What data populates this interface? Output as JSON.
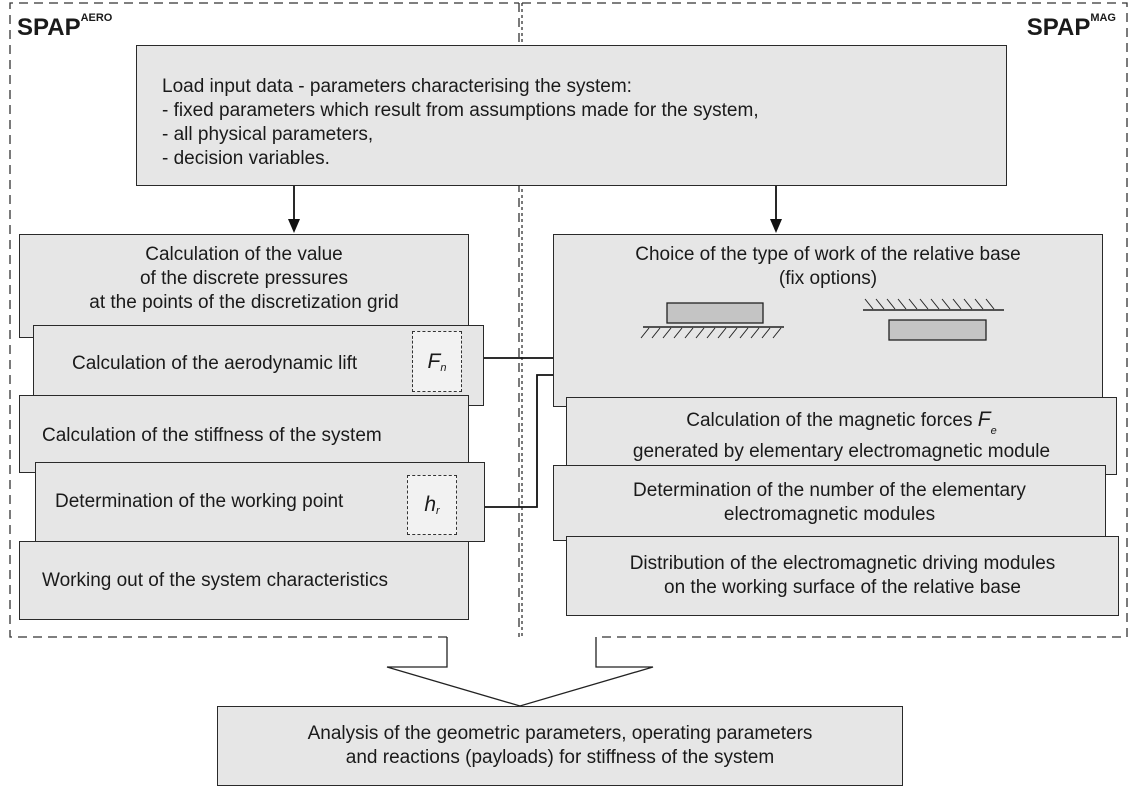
{
  "labels": {
    "left_prefix": "SPAP",
    "left_suffix": "AERO",
    "right_prefix": "SPAP",
    "right_suffix": "MAG"
  },
  "top_box": {
    "lines": [
      "Load input data - parameters characterising the system:",
      "- fixed parameters which result from assumptions made for the system,",
      "- all physical parameters,",
      "- decision variables."
    ]
  },
  "left": {
    "pressures": [
      "Calculation of the value",
      "of the discrete pressures",
      "at the points of the discretization grid"
    ],
    "lift": "Calculation of the aerodynamic lift",
    "lift_symbol": "F",
    "lift_sub": "n",
    "stiffness": "Calculation of the stiffness of the system",
    "working_point": "Determination of the working point",
    "wp_symbol": "h",
    "wp_sub": "r",
    "characteristics": "Working out of the system characteristics"
  },
  "right": {
    "choice": [
      "Choice of the type of work of the relative base",
      "(fix options)"
    ],
    "magnetic_line1": "Calculation of the magnetic forces",
    "magnetic_symbol": "F",
    "magnetic_sub": "e",
    "magnetic_line2": "generated by elementary electromagnetic module",
    "number": [
      "Determination of the number of the elementary",
      "electromagnetic modules"
    ],
    "distribution": [
      "Distribution of the electromagnetic driving modules",
      "on the working surface of the relative base"
    ]
  },
  "bottom_box": {
    "lines": [
      "Analysis of the geometric parameters, operating parameters",
      "and reactions (payloads) for stiffness of the system"
    ]
  }
}
